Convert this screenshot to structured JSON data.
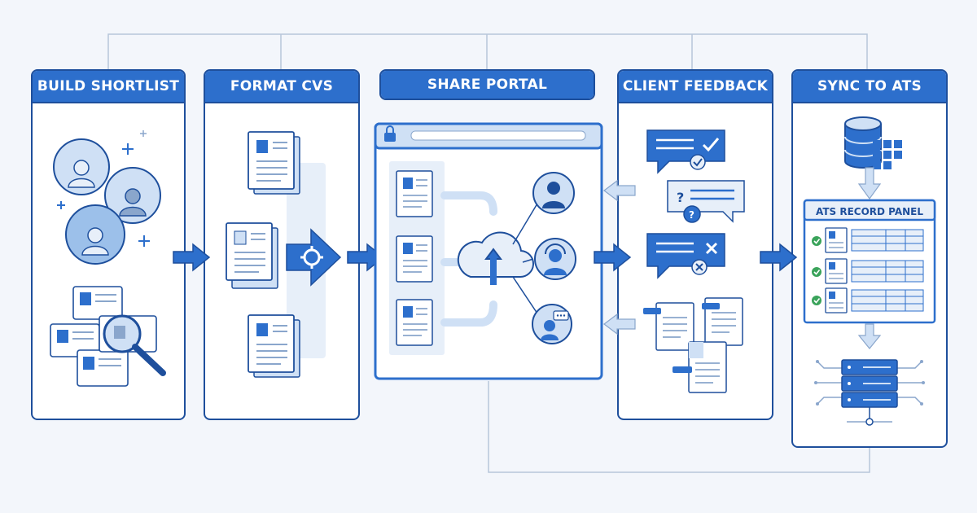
{
  "stages": [
    {
      "title": "BUILD SHORTLIST"
    },
    {
      "title": "FORMAT CVS"
    },
    {
      "title": "SHARE PORTAL"
    },
    {
      "title": "CLIENT FEEDBACK"
    },
    {
      "title": "SYNC TO ATS"
    }
  ],
  "ats_panel": {
    "title": "ATS RECORD PANEL"
  },
  "colors": {
    "primary": "#2d6fcc",
    "dark": "#1e4f9c",
    "light": "#cfe0f5",
    "pale": "#e7eff9",
    "connector": "#b7c6da",
    "check": "#3aa35a"
  }
}
